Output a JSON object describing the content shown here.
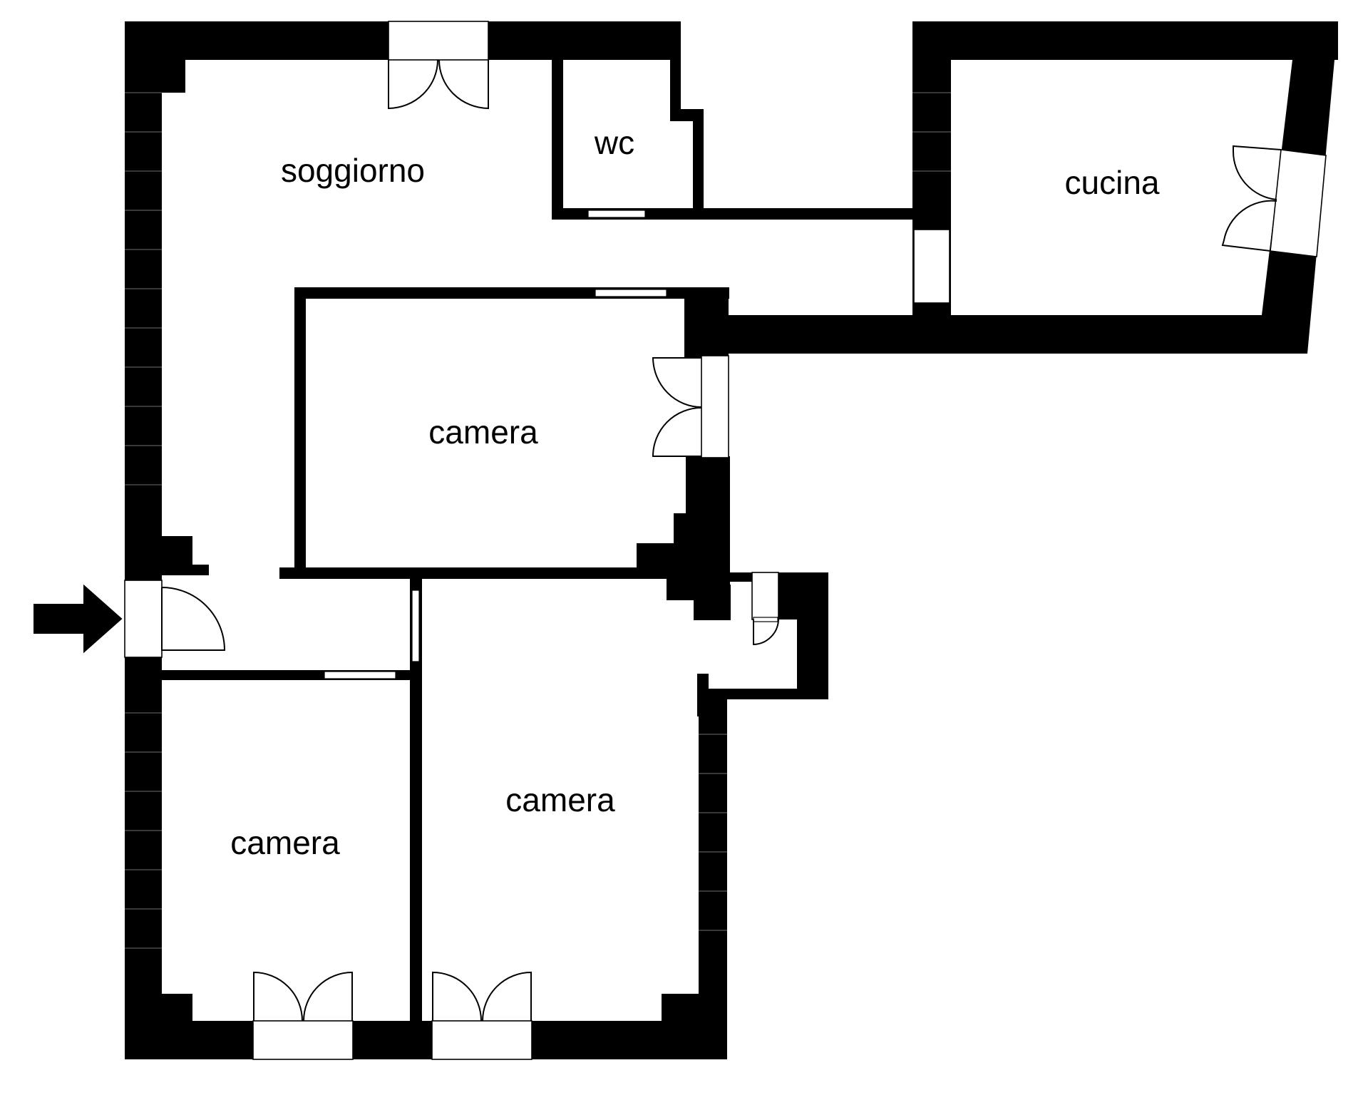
{
  "floorplan": {
    "rooms": [
      {
        "id": "soggiorno",
        "label": "soggiorno"
      },
      {
        "id": "wc",
        "label": "wc"
      },
      {
        "id": "cucina",
        "label": "cucina"
      },
      {
        "id": "camera-center",
        "label": "camera"
      },
      {
        "id": "camera-bottom-left",
        "label": "camera"
      },
      {
        "id": "camera-bottom-right",
        "label": "camera"
      }
    ],
    "entrance_marker": "arrow-right-icon",
    "colors": {
      "wall": "#000000",
      "floor": "#ffffff"
    }
  }
}
